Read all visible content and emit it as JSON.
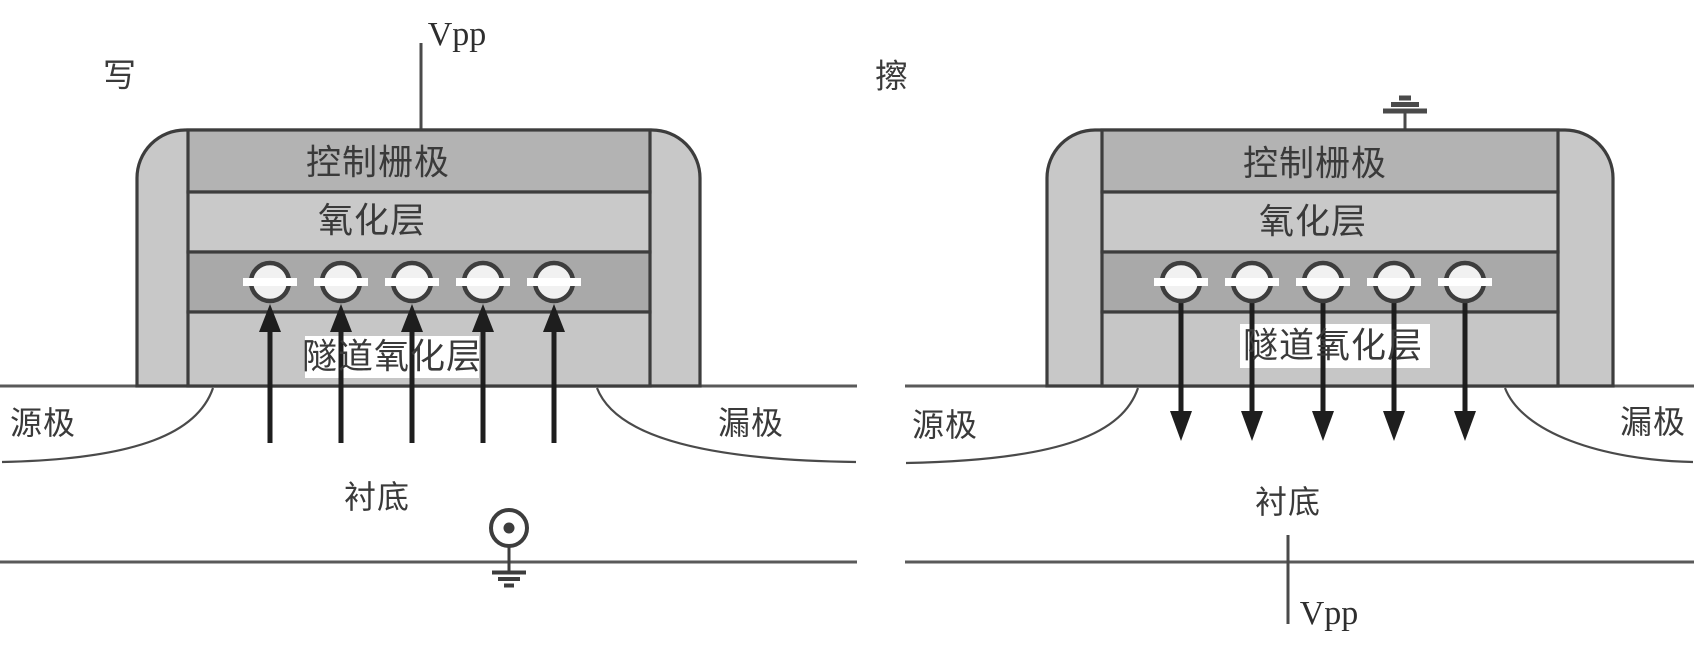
{
  "left_device": {
    "operation_label": "写",
    "top_terminal_label": "Vpp",
    "control_gate_label": "控制栅极",
    "oxide_label": "氧化层",
    "tunnel_oxide_label": "隧道氧化层",
    "source_label": "源极",
    "drain_label": "漏极",
    "substrate_label": "衬底",
    "electron_count": 5,
    "electron_flow": "up",
    "substrate_terminal": "ground"
  },
  "right_device": {
    "operation_label": "擦",
    "bottom_terminal_label": "Vpp",
    "control_gate_label": "控制栅极",
    "oxide_label": "氧化层",
    "tunnel_oxide_label": "隧道氧化层",
    "source_label": "源极",
    "drain_label": "漏极",
    "substrate_label": "衬底",
    "electron_count": 5,
    "electron_flow": "down",
    "gate_terminal": "ground"
  },
  "colors": {
    "spacer_shell": "#c8c8c8",
    "control_gate": "#b3b3b3",
    "oxide": "#c9c9c9",
    "floating_gate": "#a9a9a9",
    "tunnel_oxide": "#c6c6c6",
    "outline": "#3d3d3d",
    "substrate_line": "#5a5a5a",
    "junction_curve": "#4a4a4a",
    "arrow": "#1e1e1e",
    "electron_fill": "#f1f1f1",
    "text": "#3a3a3a",
    "label_background": "#ffffff"
  }
}
